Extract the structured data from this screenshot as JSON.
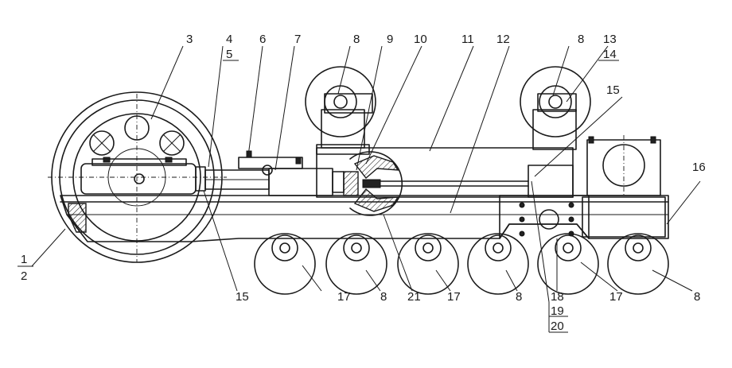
{
  "callouts": [
    {
      "id": "c1",
      "text": "1"
    },
    {
      "id": "c2",
      "text": "2"
    },
    {
      "id": "c3",
      "text": "3"
    },
    {
      "id": "c4",
      "text": "4"
    },
    {
      "id": "c5",
      "text": "5"
    },
    {
      "id": "c6",
      "text": "6"
    },
    {
      "id": "c7",
      "text": "7"
    },
    {
      "id": "c8a",
      "text": "8"
    },
    {
      "id": "c9",
      "text": "9"
    },
    {
      "id": "c10",
      "text": "10"
    },
    {
      "id": "c11",
      "text": "11"
    },
    {
      "id": "c12",
      "text": "12"
    },
    {
      "id": "c8b",
      "text": "8"
    },
    {
      "id": "c13",
      "text": "13"
    },
    {
      "id": "c14",
      "text": "14"
    },
    {
      "id": "c15a",
      "text": "15"
    },
    {
      "id": "c16",
      "text": "16"
    },
    {
      "id": "c15b",
      "text": "15"
    },
    {
      "id": "c17a",
      "text": "17"
    },
    {
      "id": "c8c",
      "text": "8"
    },
    {
      "id": "c21",
      "text": "21"
    },
    {
      "id": "c17b",
      "text": "17"
    },
    {
      "id": "c8d",
      "text": "8"
    },
    {
      "id": "c18",
      "text": "18"
    },
    {
      "id": "c19",
      "text": "19"
    },
    {
      "id": "c20",
      "text": "20"
    },
    {
      "id": "c17c",
      "text": "17"
    },
    {
      "id": "c8e",
      "text": "8"
    }
  ]
}
